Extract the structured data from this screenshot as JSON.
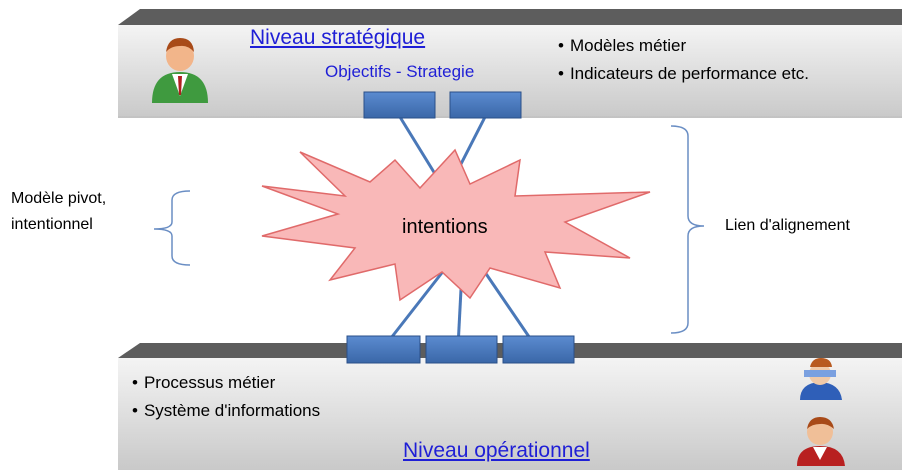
{
  "strategic": {
    "title": "Niveau stratégique",
    "subtitle": "Objectifs - Strategie",
    "bullets": [
      "Modèles métier",
      "Indicateurs de performance etc."
    ]
  },
  "operational": {
    "title": "Niveau opérationnel",
    "bullets": [
      "Processus métier",
      "Système d'informations"
    ]
  },
  "center": {
    "label": "intentions"
  },
  "left_brace_label": [
    "Modèle pivot,",
    "intentionnel"
  ],
  "right_brace_label": "Lien d'alignement",
  "colors": {
    "panel_top": "#6a6a6a",
    "panel_body": "#d4d4d4",
    "star_fill": "#f9b8b8",
    "star_stroke": "#e06a6a",
    "connector": "#4a78b8",
    "link": "#1f1fd6"
  }
}
